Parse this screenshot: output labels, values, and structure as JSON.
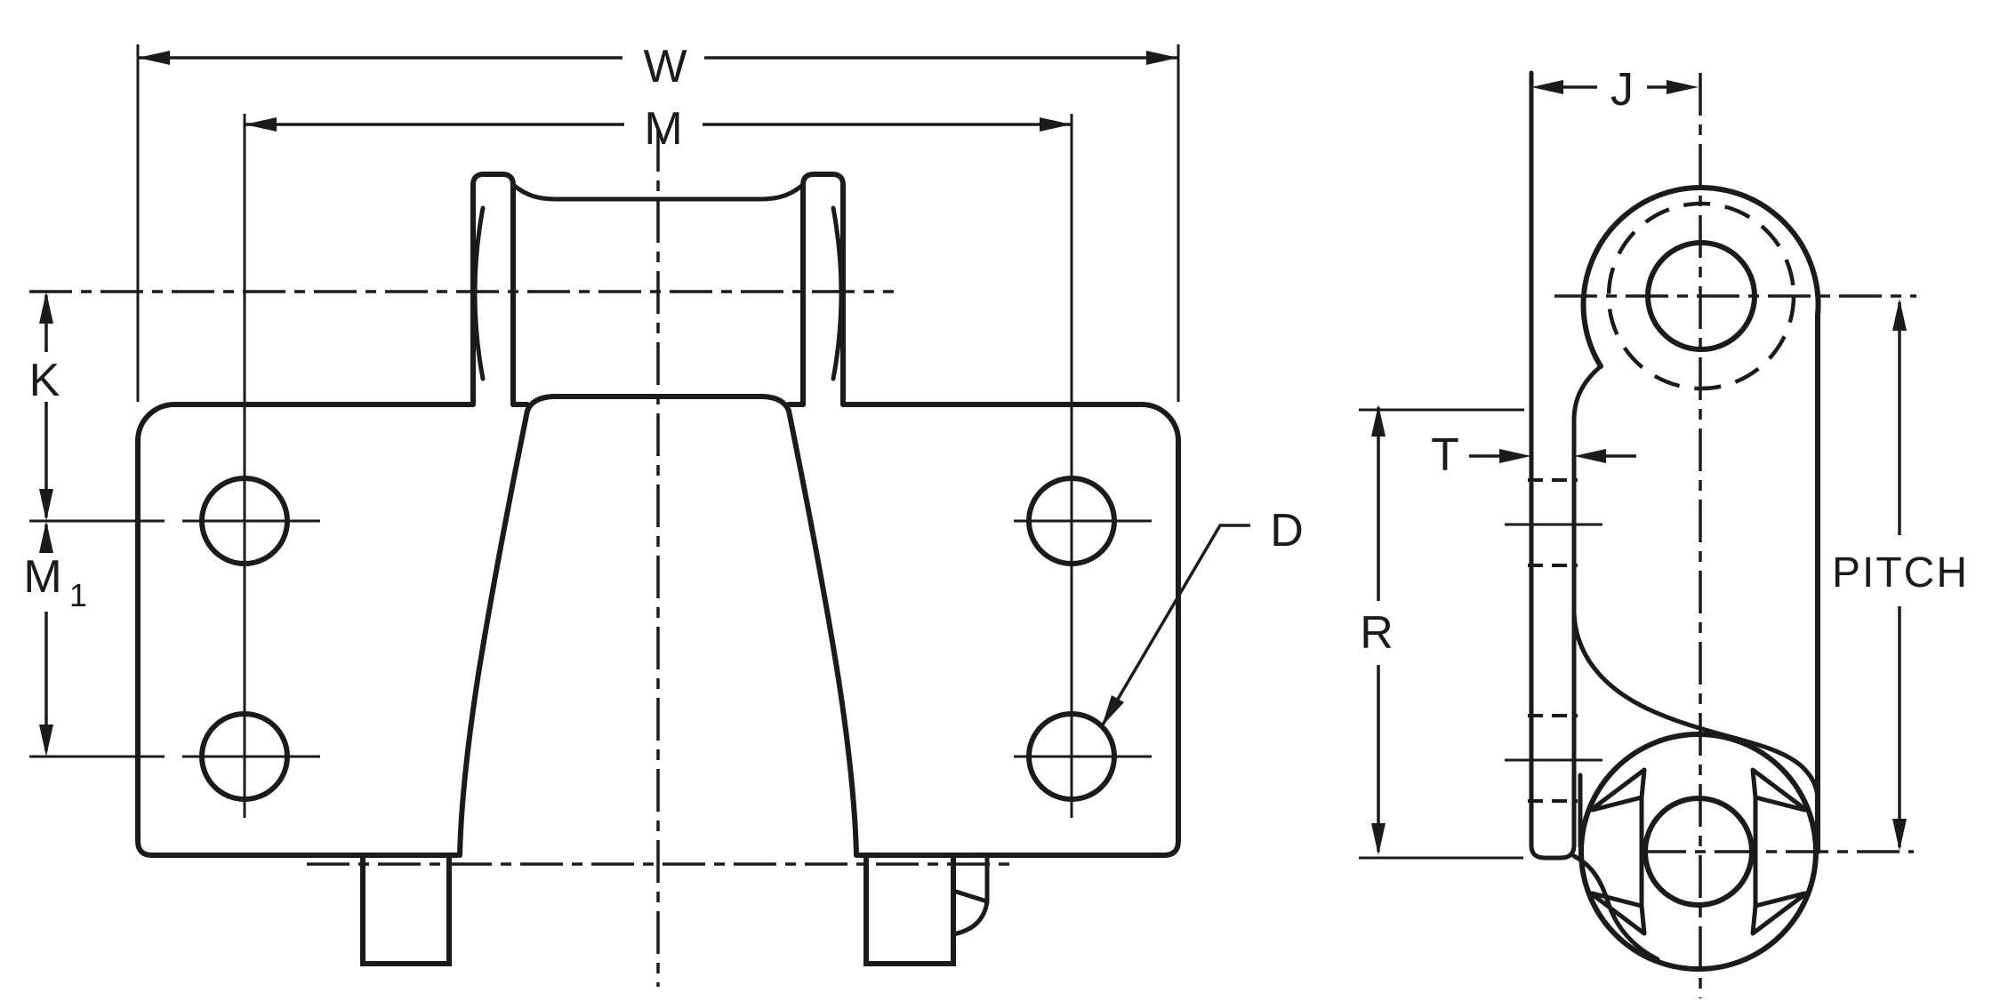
{
  "colors": {
    "background": "#ffffff",
    "ink": "#1b1b1b"
  },
  "labels": {
    "overall_width": "W",
    "hole_span": "M",
    "center_to_hole": "K",
    "hole_spacing_main": "M",
    "hole_spacing_subscript": "1",
    "hole_diameter": "D",
    "face_to_pin_center": "J",
    "plate_thickness": "T",
    "plate_height": "R",
    "chain_pitch": "PITCH"
  }
}
